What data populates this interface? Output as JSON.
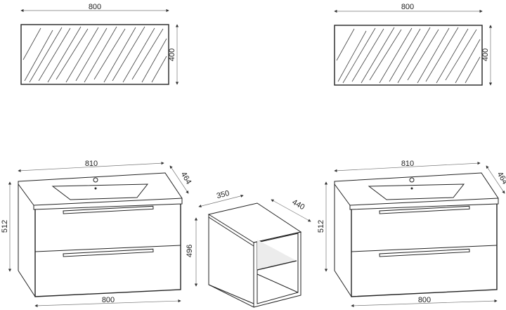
{
  "mirrors": [
    {
      "width": "800",
      "height": "400"
    },
    {
      "width": "800",
      "height": "400"
    }
  ],
  "vanities": [
    {
      "top_width": "810",
      "depth": "464",
      "height": "512",
      "cabinet_width": "800"
    },
    {
      "top_width": "810",
      "depth": "464",
      "height": "512",
      "cabinet_width": "800"
    }
  ],
  "side_cabinet": {
    "width": "350",
    "depth": "440",
    "height": "496"
  }
}
